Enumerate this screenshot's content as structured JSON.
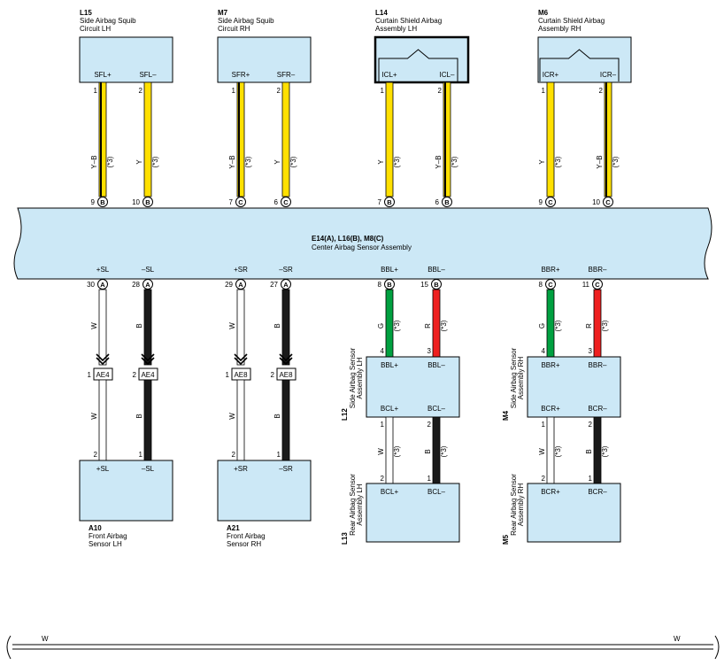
{
  "top_components": [
    {
      "code": "L15",
      "name1": "Side Airbag Squib",
      "name2": "Circuit LH",
      "pins": [
        {
          "label": "SFL+",
          "num": "1"
        },
        {
          "label": "SFL–",
          "num": "2"
        }
      ]
    },
    {
      "code": "M7",
      "name1": "Side Airbag Squib",
      "name2": "Circuit RH",
      "pins": [
        {
          "label": "SFR+",
          "num": "1"
        },
        {
          "label": "SFR–",
          "num": "2"
        }
      ]
    },
    {
      "code": "L14",
      "name1": "Curtain Shield Airbag",
      "name2": "Assembly LH",
      "pins": [
        {
          "label": "ICL+",
          "num": "1"
        },
        {
          "label": "ICL–",
          "num": "2"
        }
      ]
    },
    {
      "code": "M6",
      "name1": "Curtain Shield Airbag",
      "name2": "Assembly RH",
      "pins": [
        {
          "label": "ICR+",
          "num": "1"
        },
        {
          "label": "ICR–",
          "num": "2"
        }
      ]
    }
  ],
  "top_wires": [
    {
      "color": "Y–B",
      "note": "(*3)",
      "stroke": "#FFE000",
      "stripe": true,
      "pin": "9",
      "conn": "B",
      "label": "SFL+"
    },
    {
      "color": "Y",
      "note": "(*3)",
      "stroke": "#FFE000",
      "stripe": false,
      "pin": "10",
      "conn": "B",
      "label": "SFL–"
    },
    {
      "color": "Y–B",
      "note": "(*3)",
      "stroke": "#FFE000",
      "stripe": true,
      "pin": "7",
      "conn": "C",
      "label": "SFR+"
    },
    {
      "color": "Y",
      "note": "(*3)",
      "stroke": "#FFE000",
      "stripe": false,
      "pin": "6",
      "conn": "C",
      "label": "SFR–"
    },
    {
      "color": "Y",
      "note": "(*3)",
      "stroke": "#FFE000",
      "stripe": false,
      "pin": "7",
      "conn": "B",
      "label": "ICL+"
    },
    {
      "color": "Y–B",
      "note": "(*3)",
      "stroke": "#FFE000",
      "stripe": true,
      "pin": "6",
      "conn": "B",
      "label": "ICL–"
    },
    {
      "color": "Y",
      "note": "(*3)",
      "stroke": "#FFE000",
      "stripe": false,
      "pin": "9",
      "conn": "C",
      "label": "ICR+"
    },
    {
      "color": "Y–B",
      "note": "(*3)",
      "stroke": "#FFE000",
      "stripe": true,
      "pin": "10",
      "conn": "C",
      "label": "ICR–"
    }
  ],
  "center": {
    "line1": "E14(A), L16(B), M8(C)",
    "line2": "Center Airbag Sensor Assembly"
  },
  "bottom_pins": [
    {
      "label": "+SL",
      "pin": "30",
      "conn": "A",
      "color": "W",
      "note": "",
      "stroke": "#ffffff"
    },
    {
      "label": "–SL",
      "pin": "28",
      "conn": "A",
      "color": "B",
      "note": "",
      "stroke": "#1a1a1a"
    },
    {
      "label": "+SR",
      "pin": "29",
      "conn": "A",
      "color": "W",
      "note": "",
      "stroke": "#ffffff"
    },
    {
      "label": "–SR",
      "pin": "27",
      "conn": "A",
      "color": "B",
      "note": "",
      "stroke": "#1a1a1a"
    },
    {
      "label": "BBL+",
      "pin": "8",
      "conn": "B",
      "color": "G",
      "note": "(*3)",
      "stroke": "#00A040"
    },
    {
      "label": "BBL–",
      "pin": "15",
      "conn": "B",
      "color": "R",
      "note": "(*3)",
      "stroke": "#EE2020"
    },
    {
      "label": "BBR+",
      "pin": "8",
      "conn": "C",
      "color": "G",
      "note": "(*3)",
      "stroke": "#00A040"
    },
    {
      "label": "BBR–",
      "pin": "11",
      "conn": "C",
      "color": "R",
      "note": "(*3)",
      "stroke": "#EE2020"
    }
  ],
  "junctions": [
    {
      "pin": "1",
      "id": "AE4"
    },
    {
      "pin": "2",
      "id": "AE4"
    },
    {
      "pin": "1",
      "id": "AE8"
    },
    {
      "pin": "2",
      "id": "AE8"
    }
  ],
  "front_sensors": [
    {
      "code": "A10",
      "name1": "Front Airbag",
      "name2": "Sensor LH",
      "color1": "W",
      "color2": "B",
      "pins": [
        {
          "label": "+SL",
          "num": "2"
        },
        {
          "label": "–SL",
          "num": "1"
        }
      ]
    },
    {
      "code": "A21",
      "name1": "Front Airbag",
      "name2": "Sensor RH",
      "color1": "W",
      "color2": "B",
      "pins": [
        {
          "label": "+SR",
          "num": "2"
        },
        {
          "label": "–SR",
          "num": "1"
        }
      ]
    }
  ],
  "side_sensors": [
    {
      "code": "L12",
      "name1": "Side Airbag Sensor",
      "name2": "Assembly LH",
      "in_pins": [
        {
          "label": "BBL+",
          "num": "4"
        },
        {
          "label": "BBL–",
          "num": "3"
        }
      ],
      "out_pins": [
        {
          "label": "BCL+",
          "num": "1"
        },
        {
          "label": "BCL–",
          "num": "2"
        }
      ]
    },
    {
      "code": "M4",
      "name1": "Side Airbag Sensor",
      "name2": "Assembly RH",
      "in_pins": [
        {
          "label": "BBR+",
          "num": "4"
        },
        {
          "label": "BBR–",
          "num": "3"
        }
      ],
      "out_pins": [
        {
          "label": "BCR+",
          "num": "1"
        },
        {
          "label": "BCR–",
          "num": "2"
        }
      ]
    }
  ],
  "rear_wires": [
    {
      "color": "W",
      "note": "(*3)",
      "stroke": "#ffffff"
    },
    {
      "color": "B",
      "note": "(*3)",
      "stroke": "#1a1a1a"
    },
    {
      "color": "W",
      "note": "(*3)",
      "stroke": "#ffffff"
    },
    {
      "color": "B",
      "note": "(*3)",
      "stroke": "#1a1a1a"
    }
  ],
  "rear_sensors": [
    {
      "code": "L13",
      "name1": "Rear Airbag Sensor",
      "name2": "Assembly LH",
      "pins": [
        {
          "label": "BCL+",
          "num": "2"
        },
        {
          "label": "BCL–",
          "num": "1"
        }
      ]
    },
    {
      "code": "M5",
      "name1": "Rear Airbag Sensor",
      "name2": "Assembly RH",
      "pins": [
        {
          "label": "BCR+",
          "num": "2"
        },
        {
          "label": "BCR–",
          "num": "1"
        }
      ]
    }
  ],
  "bottom_bus": {
    "left": "W",
    "right": "W"
  },
  "colors": {
    "component_fill": "#CCE8F6",
    "yellow": "#FFE000",
    "green": "#00A040",
    "red": "#EE2020",
    "black": "#1a1a1a"
  }
}
